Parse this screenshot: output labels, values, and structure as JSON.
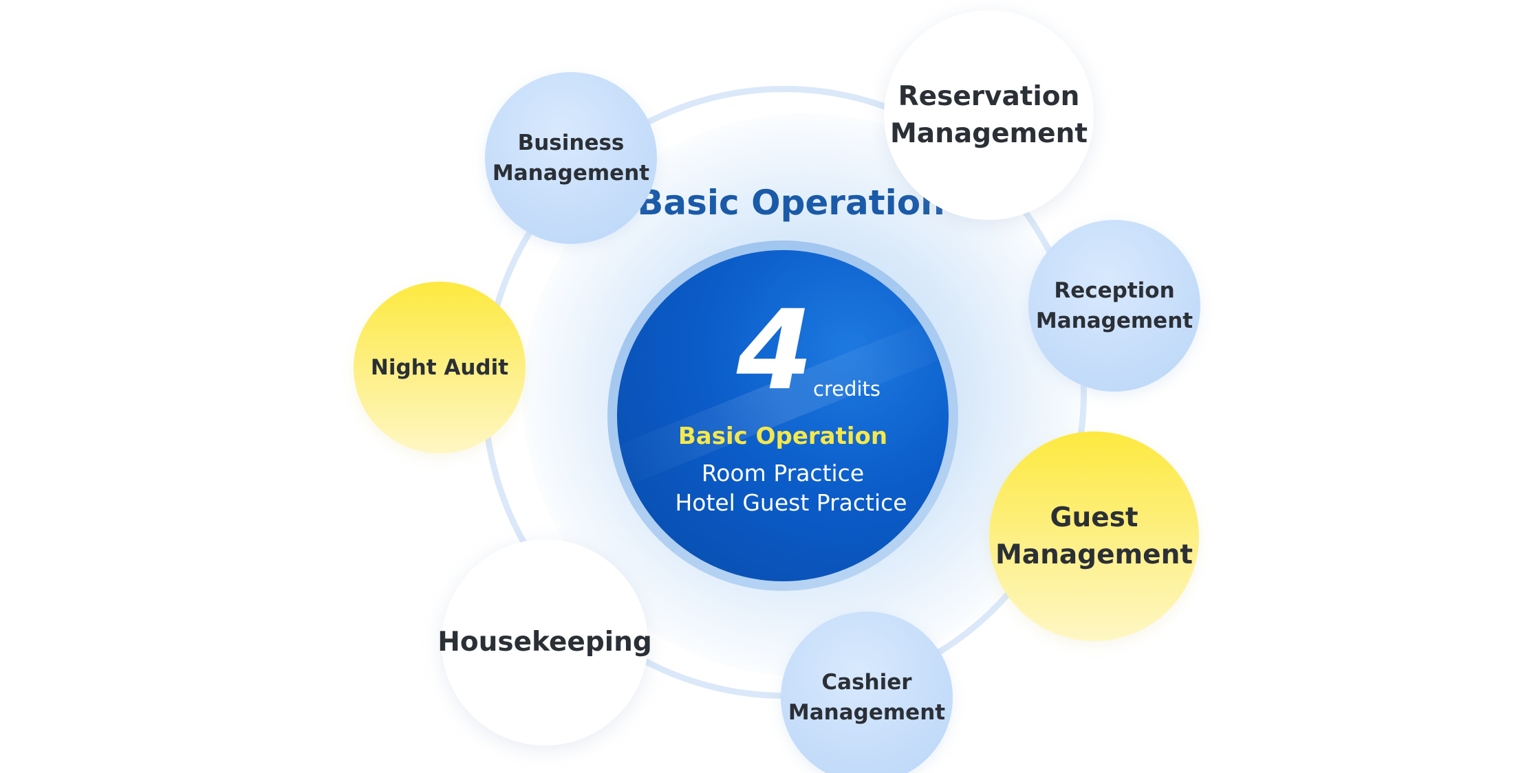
{
  "diagram": {
    "section_title": "Basic Operation",
    "core": {
      "credit_value": "4",
      "credit_unit": "credits",
      "title": "Basic Operation",
      "lines": [
        "Room Practice",
        "Hotel Guest Practice"
      ]
    },
    "nodes": [
      {
        "id": "business",
        "label": "Business\nManagement",
        "style": "blue"
      },
      {
        "id": "reservation",
        "label": "Reservation\nManagement",
        "style": "white"
      },
      {
        "id": "reception",
        "label": "Reception\nManagement",
        "style": "blue"
      },
      {
        "id": "night",
        "label": "Night Audit",
        "style": "yellow"
      },
      {
        "id": "guest",
        "label": "Guest\nManagement",
        "style": "yellow"
      },
      {
        "id": "housekeeping",
        "label": "Housekeeping",
        "style": "white"
      },
      {
        "id": "cashier",
        "label": "Cashier\nManagement",
        "style": "blue"
      }
    ],
    "colors": {
      "title_blue": "#1a5aa8",
      "core_blue": "#0b5cc9",
      "core_highlight": "#f5e84a",
      "node_blue": "#c7defa",
      "node_yellow": "#fde93f",
      "text_dark": "#2b2f36"
    }
  }
}
